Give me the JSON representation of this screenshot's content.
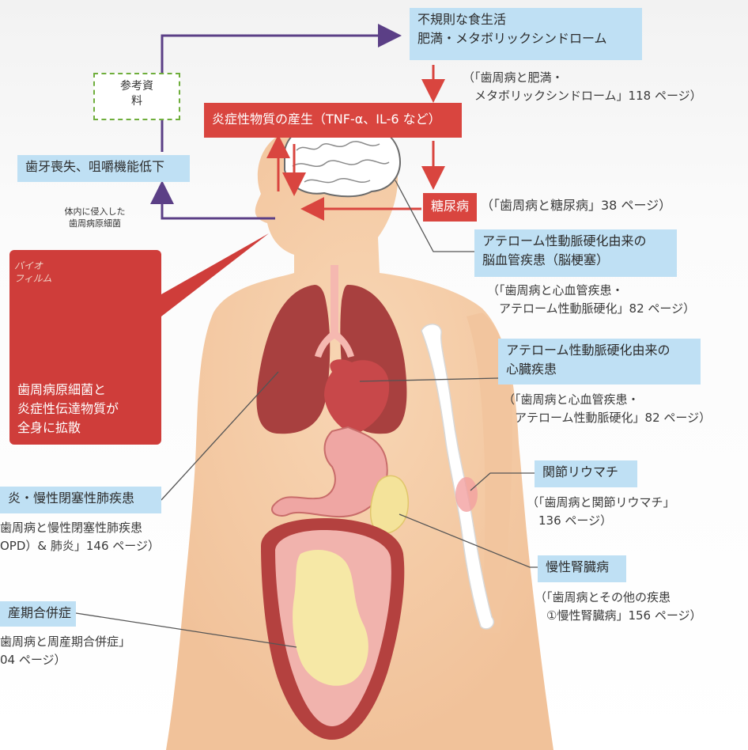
{
  "labels": {
    "lifestyle": "不規則な食生活\n肥満・メタボリックシンドローム",
    "lifestyle_ref": "（「歯周病と肥満・\n　メタボリックシンドローム」118 ページ）",
    "inflammation": "炎症性物質の産生（TNF-α、IL-6 など）",
    "tooth_loss": "歯牙喪失、咀嚼機能低下",
    "diabetes": "糖尿病",
    "diabetes_ref": "（「歯周病と糖尿病」38 ページ）",
    "stroke": "アテローム性動脈硬化由来の\n脳血管疾患（脳梗塞）",
    "stroke_ref": "（「歯周病と心血管疾患・\n　アテローム性動脈硬化」82 ページ）",
    "heart": "アテローム性動脈硬化由来の\n心臓疾患",
    "heart_ref": "（「歯周病と心血管疾患・\n　アテローム性動脈硬化」82 ページ）",
    "rheumatism": "関節リウマチ",
    "rheumatism_ref": "（「歯周病と関節リウマチ」\n　136 ページ）",
    "kidney": "慢性腎臓病",
    "kidney_ref": "（「歯周病とその他の疾患\n　①慢性腎臓病」156 ページ）",
    "lung": "炎・慢性閉塞性肺疾患",
    "lung_ref": "歯周病と慢性閉塞性肺疾患\nOPD）& 肺炎」146 ページ）",
    "perinatal": "産期合併症",
    "perinatal_ref": "歯周病と周産期合併症」\n04 ページ）",
    "reference_note": "参考資\n料",
    "invading_bacteria": "体内に侵入した\n歯周病原細菌",
    "biofilm": "バイオ\nフィルム",
    "spread": "歯周病原細菌と\n炎症性伝達物質が\n全身に拡散"
  },
  "colors": {
    "box_blue": "#bfe0f4",
    "red": "#d9453f",
    "purple_arrow": "#5b3f86",
    "skin": "#f6cfa8",
    "note_border": "#6fae3c"
  }
}
